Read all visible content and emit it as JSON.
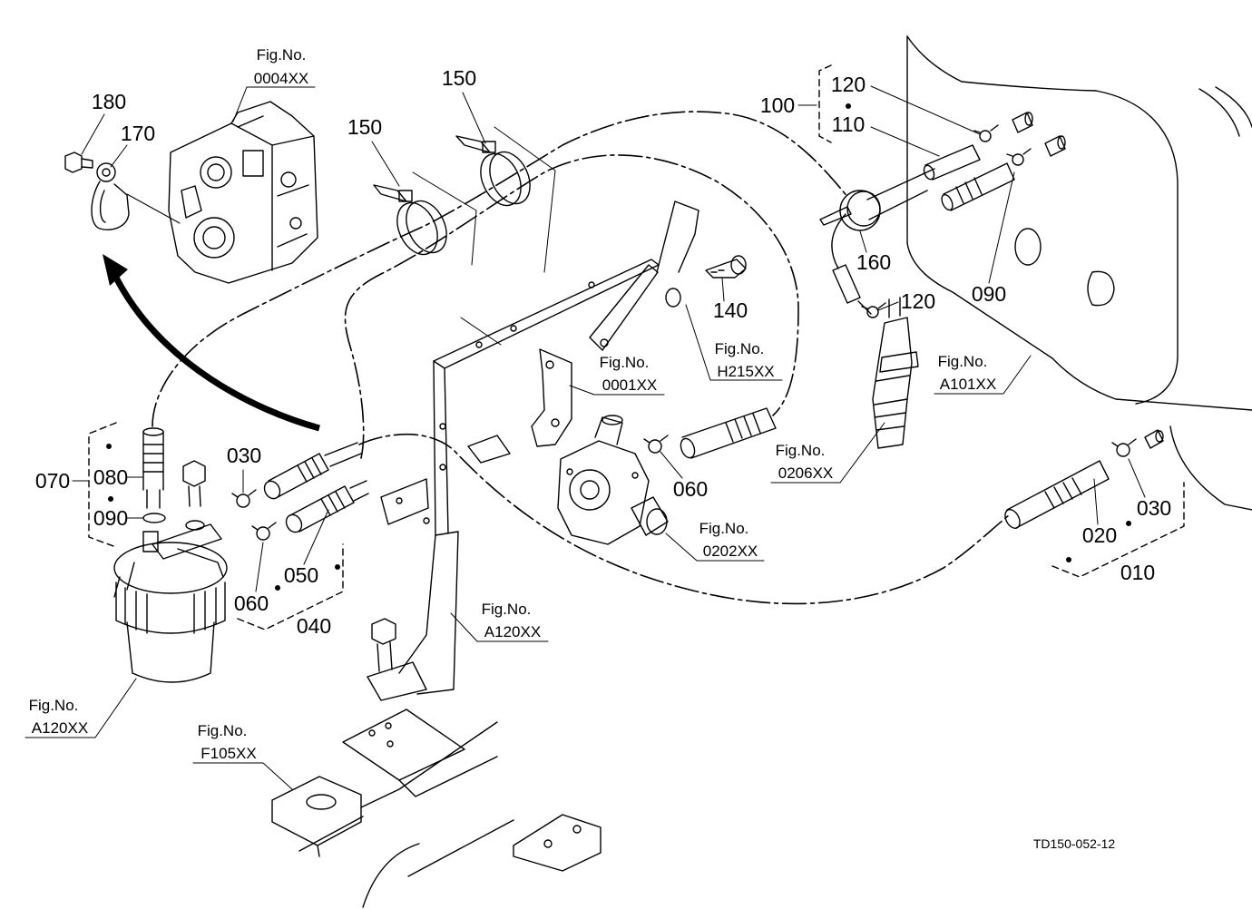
{
  "drawing_id": "TD150-052-12",
  "callouts": [
    "180",
    "170",
    "150",
    "150",
    "100",
    "120",
    "110",
    "160",
    "090",
    "120",
    "140",
    "070",
    "080",
    "090",
    "030",
    "060",
    "030",
    "020",
    "010",
    "060",
    "050",
    "040"
  ],
  "fig_refs": [
    {
      "label": "Fig.No.",
      "code": "0004XX"
    },
    {
      "label": "Fig.No.",
      "code": "H215XX"
    },
    {
      "label": "Fig.No.",
      "code": "0001XX"
    },
    {
      "label": "Fig.No.",
      "code": "A101XX"
    },
    {
      "label": "Fig.No.",
      "code": "0206XX"
    },
    {
      "label": "Fig.No.",
      "code": "0202XX"
    },
    {
      "label": "Fig.No.",
      "code": "A120XX"
    },
    {
      "label": "Fig.No.",
      "code": "A120XX"
    },
    {
      "label": "Fig.No.",
      "code": "F105XX"
    }
  ]
}
